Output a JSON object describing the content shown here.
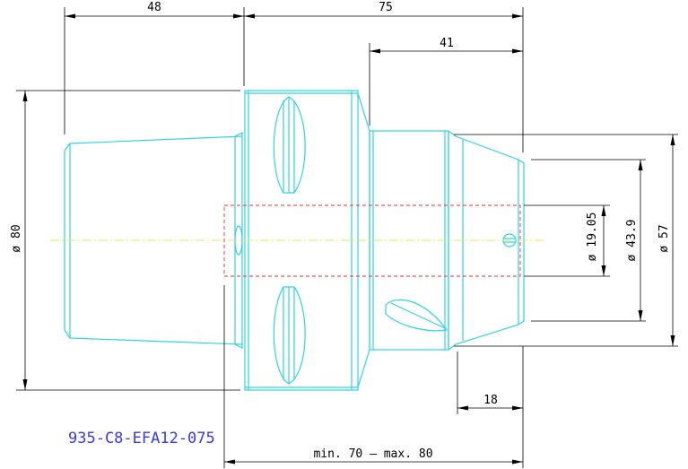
{
  "part_number": "935-C8-EFA12-075",
  "colors": {
    "outline": "#2fd3e6",
    "centerline": "#e8e84a",
    "hidden_bore": "#e03030",
    "dimension": "#000000",
    "part_number_text": "#3a3ae0"
  },
  "dimensions": {
    "top_left_length": "48",
    "top_right_length": "75",
    "front_length": "41",
    "flange_diameter": "ø 80",
    "nose_diameter": "ø 57",
    "mid_diameter": "ø 43.9",
    "bore_diameter": "ø 19.05",
    "bottom_length": "18",
    "clamp_range": "min. 70 – max. 80"
  }
}
